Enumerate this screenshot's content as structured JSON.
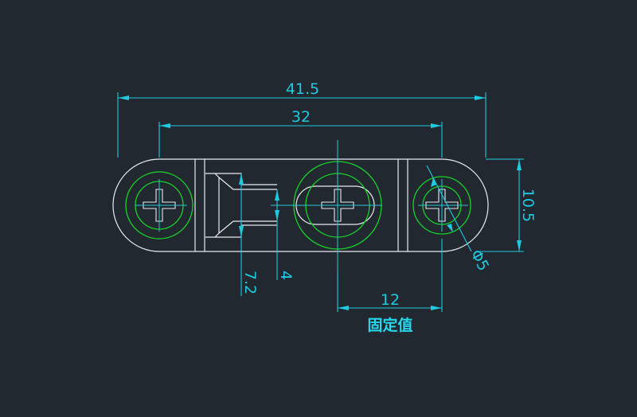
{
  "colors": {
    "background": "#212830",
    "outline": "#e8ecef",
    "dimension": "#1fc9e0",
    "circle": "#17d12a",
    "centerline": "#2dc3d6"
  },
  "dimensions": {
    "overall_length": "41.5",
    "hole_spacing": "32",
    "height": "10.5",
    "hole_diameter": "Φ5",
    "offset": "12",
    "slot_width": "4",
    "slot_opening": "7.2"
  },
  "note": "固定值"
}
